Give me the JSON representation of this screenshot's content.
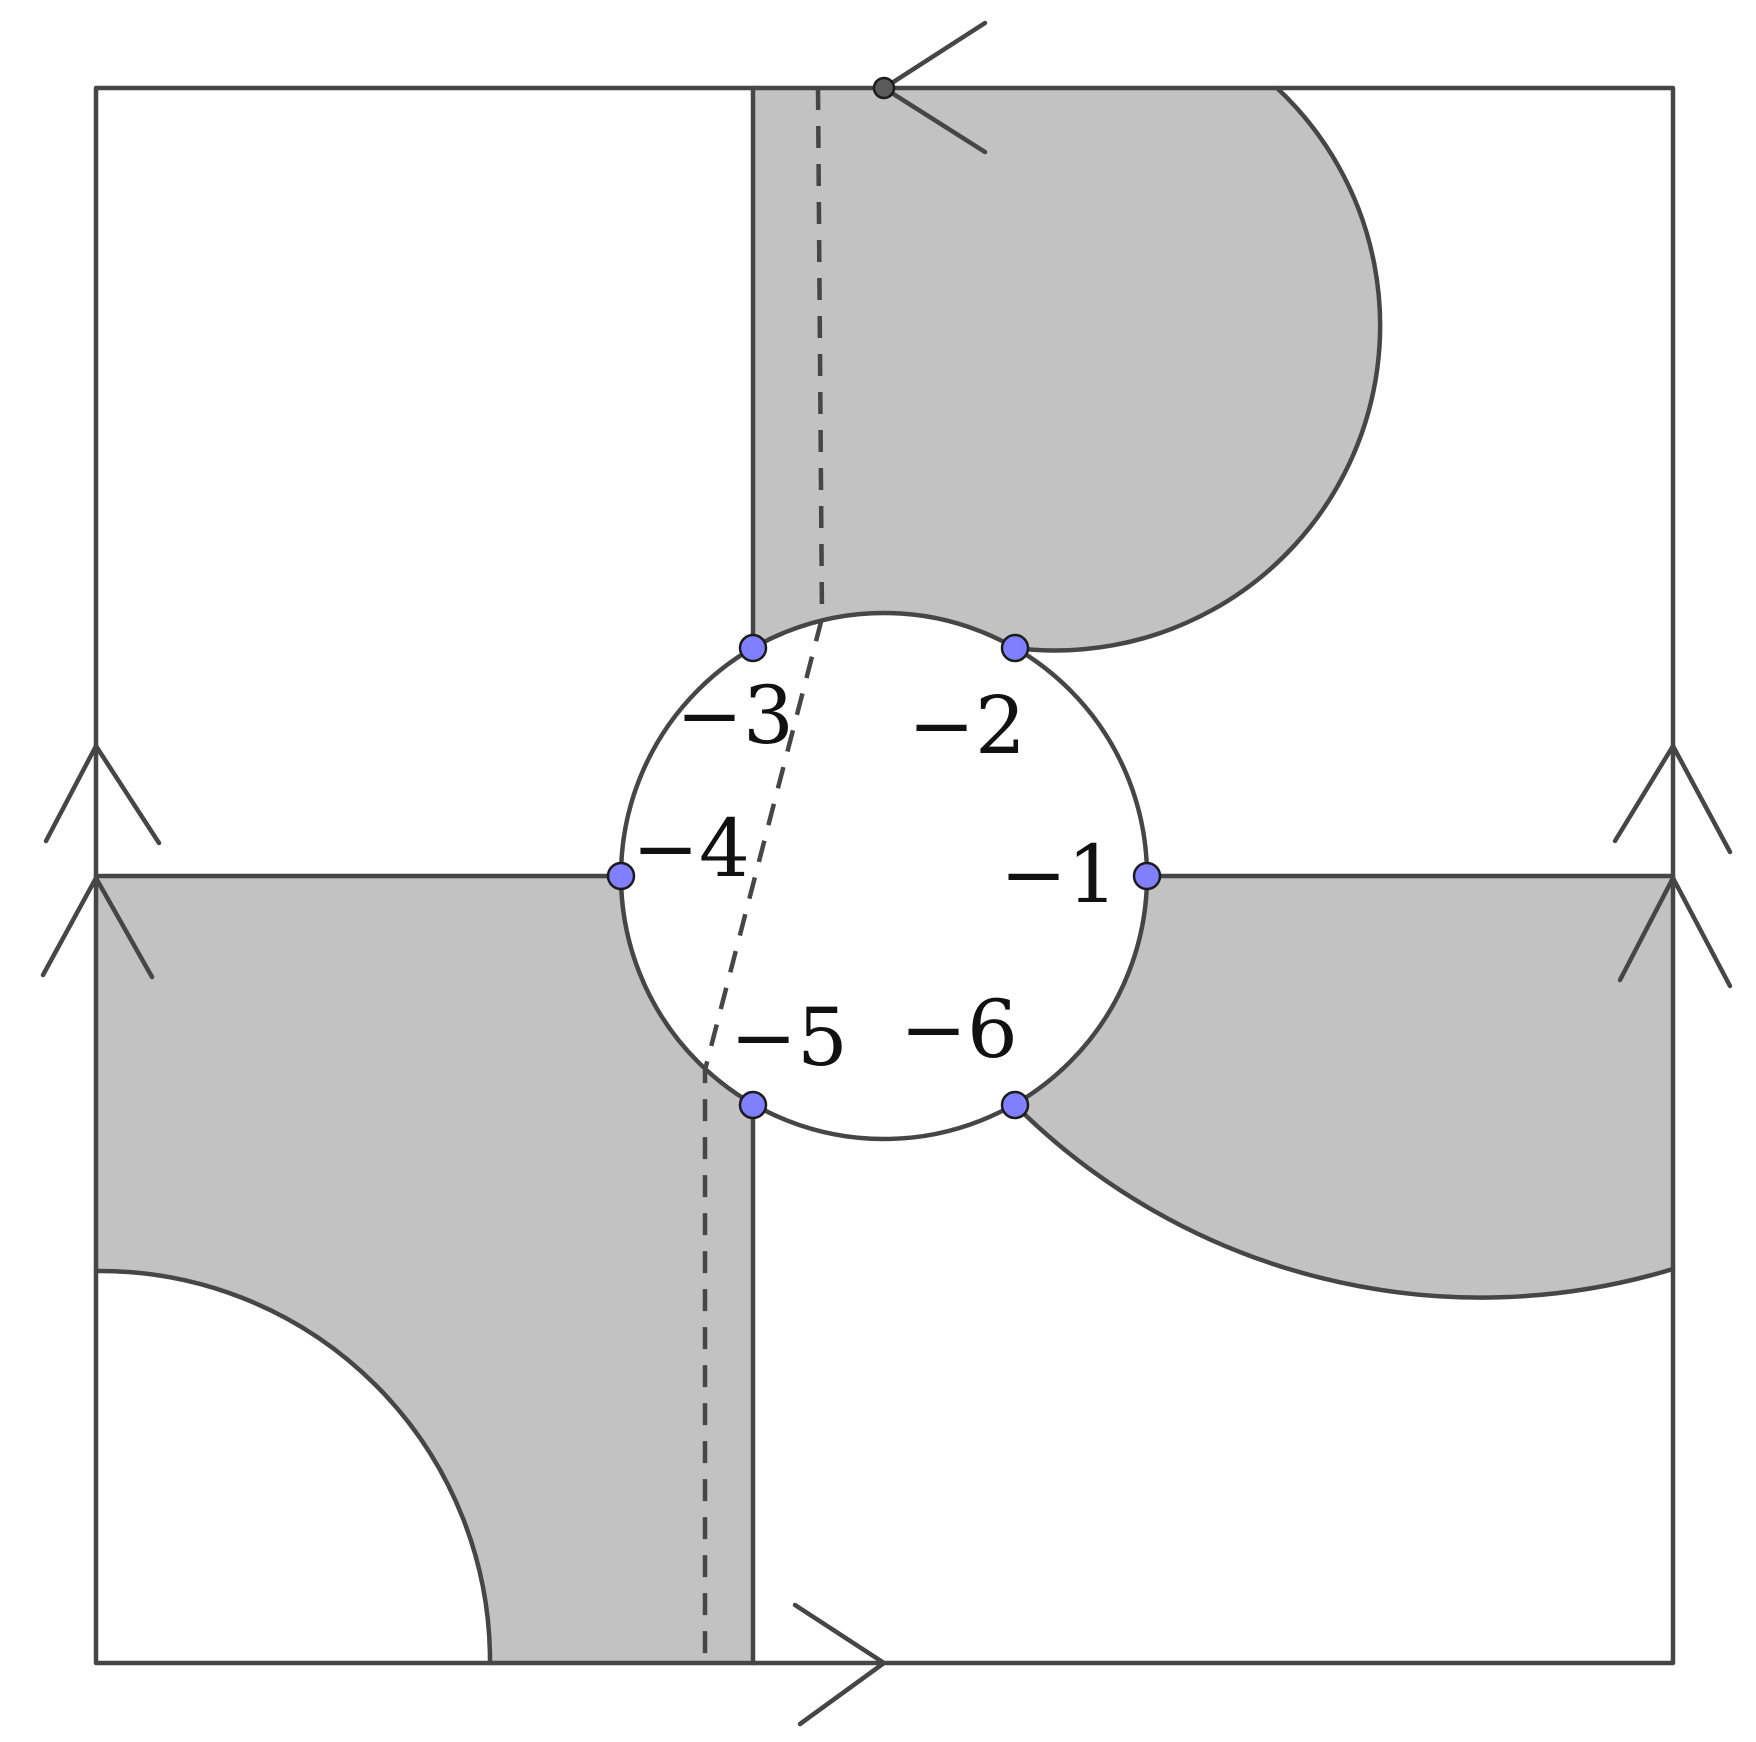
{
  "labels": {
    "l1": "−1",
    "l2": "−2",
    "l3": "−3",
    "l4": "−4",
    "l5": "−5",
    "l6": "−6"
  },
  "colors": {
    "shading": "#c2c2c2",
    "stroke": "#464646",
    "vertex": "#7f7fff",
    "corner_vertex": "#5a5a5a"
  }
}
